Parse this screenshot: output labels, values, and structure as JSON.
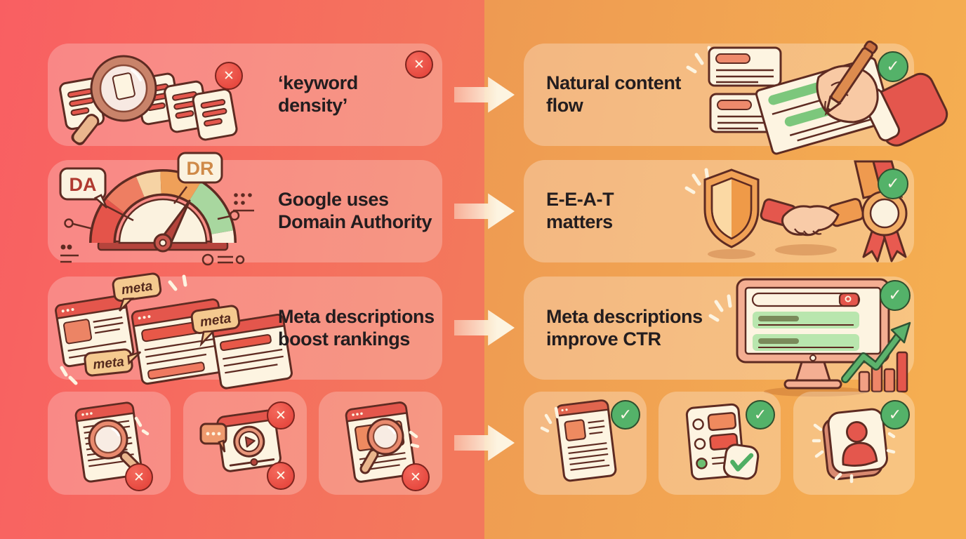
{
  "colors": {
    "bg_left_from": "#f95f62",
    "bg_left_to": "#f3785c",
    "bg_right_from": "#ee9a52",
    "bg_right_to": "#f5ae51",
    "card_overlay": "rgba(255,255,255,0.25)",
    "text": "#231d1f",
    "cross_badge": "#e8453c",
    "check_badge": "#54b269",
    "cream": "#fdf4e1",
    "outline": "#5e2b22",
    "arrow": "#fdf4e1",
    "accent_red": "#e4564c",
    "accent_salmon": "#ee8a6c",
    "accent_orange": "#ef9a4f",
    "accent_green": "#7cc77c"
  },
  "badges": {
    "cross_glyph": "✕",
    "check_glyph": "✓"
  },
  "gauge": {
    "da_label": "DA",
    "dr_label": "DR"
  },
  "meta_tag": {
    "label": "meta"
  },
  "cards": {
    "myth1": {
      "line1": "‘keyword",
      "line2": "density’",
      "icon": "magnifier-over-documents"
    },
    "fact1": {
      "line1": "Natural content",
      "line2": "flow",
      "icon": "hand-writing-content"
    },
    "myth2": {
      "line1": "Google uses",
      "line2": "Domain Authority",
      "icon": "da-dr-gauge"
    },
    "fact2": {
      "line1": "E-E-A-T",
      "line2": "matters",
      "icon": "shield-handshake-medal"
    },
    "myth3": {
      "line1": "Meta descriptions",
      "line2": "boost rankings",
      "icon": "meta-tag-browser-windows"
    },
    "fact3": {
      "line1": "Meta descriptions",
      "line2": "improve CTR",
      "icon": "serp-monitor-growth-chart"
    },
    "myth4_icons": [
      "webpage-magnifier-crossed",
      "video-player-crossed",
      "browser-image-magnifier-crossed"
    ],
    "fact4_icons": [
      "article-document-approved",
      "checklist-approved",
      "profile-card-approved"
    ]
  }
}
